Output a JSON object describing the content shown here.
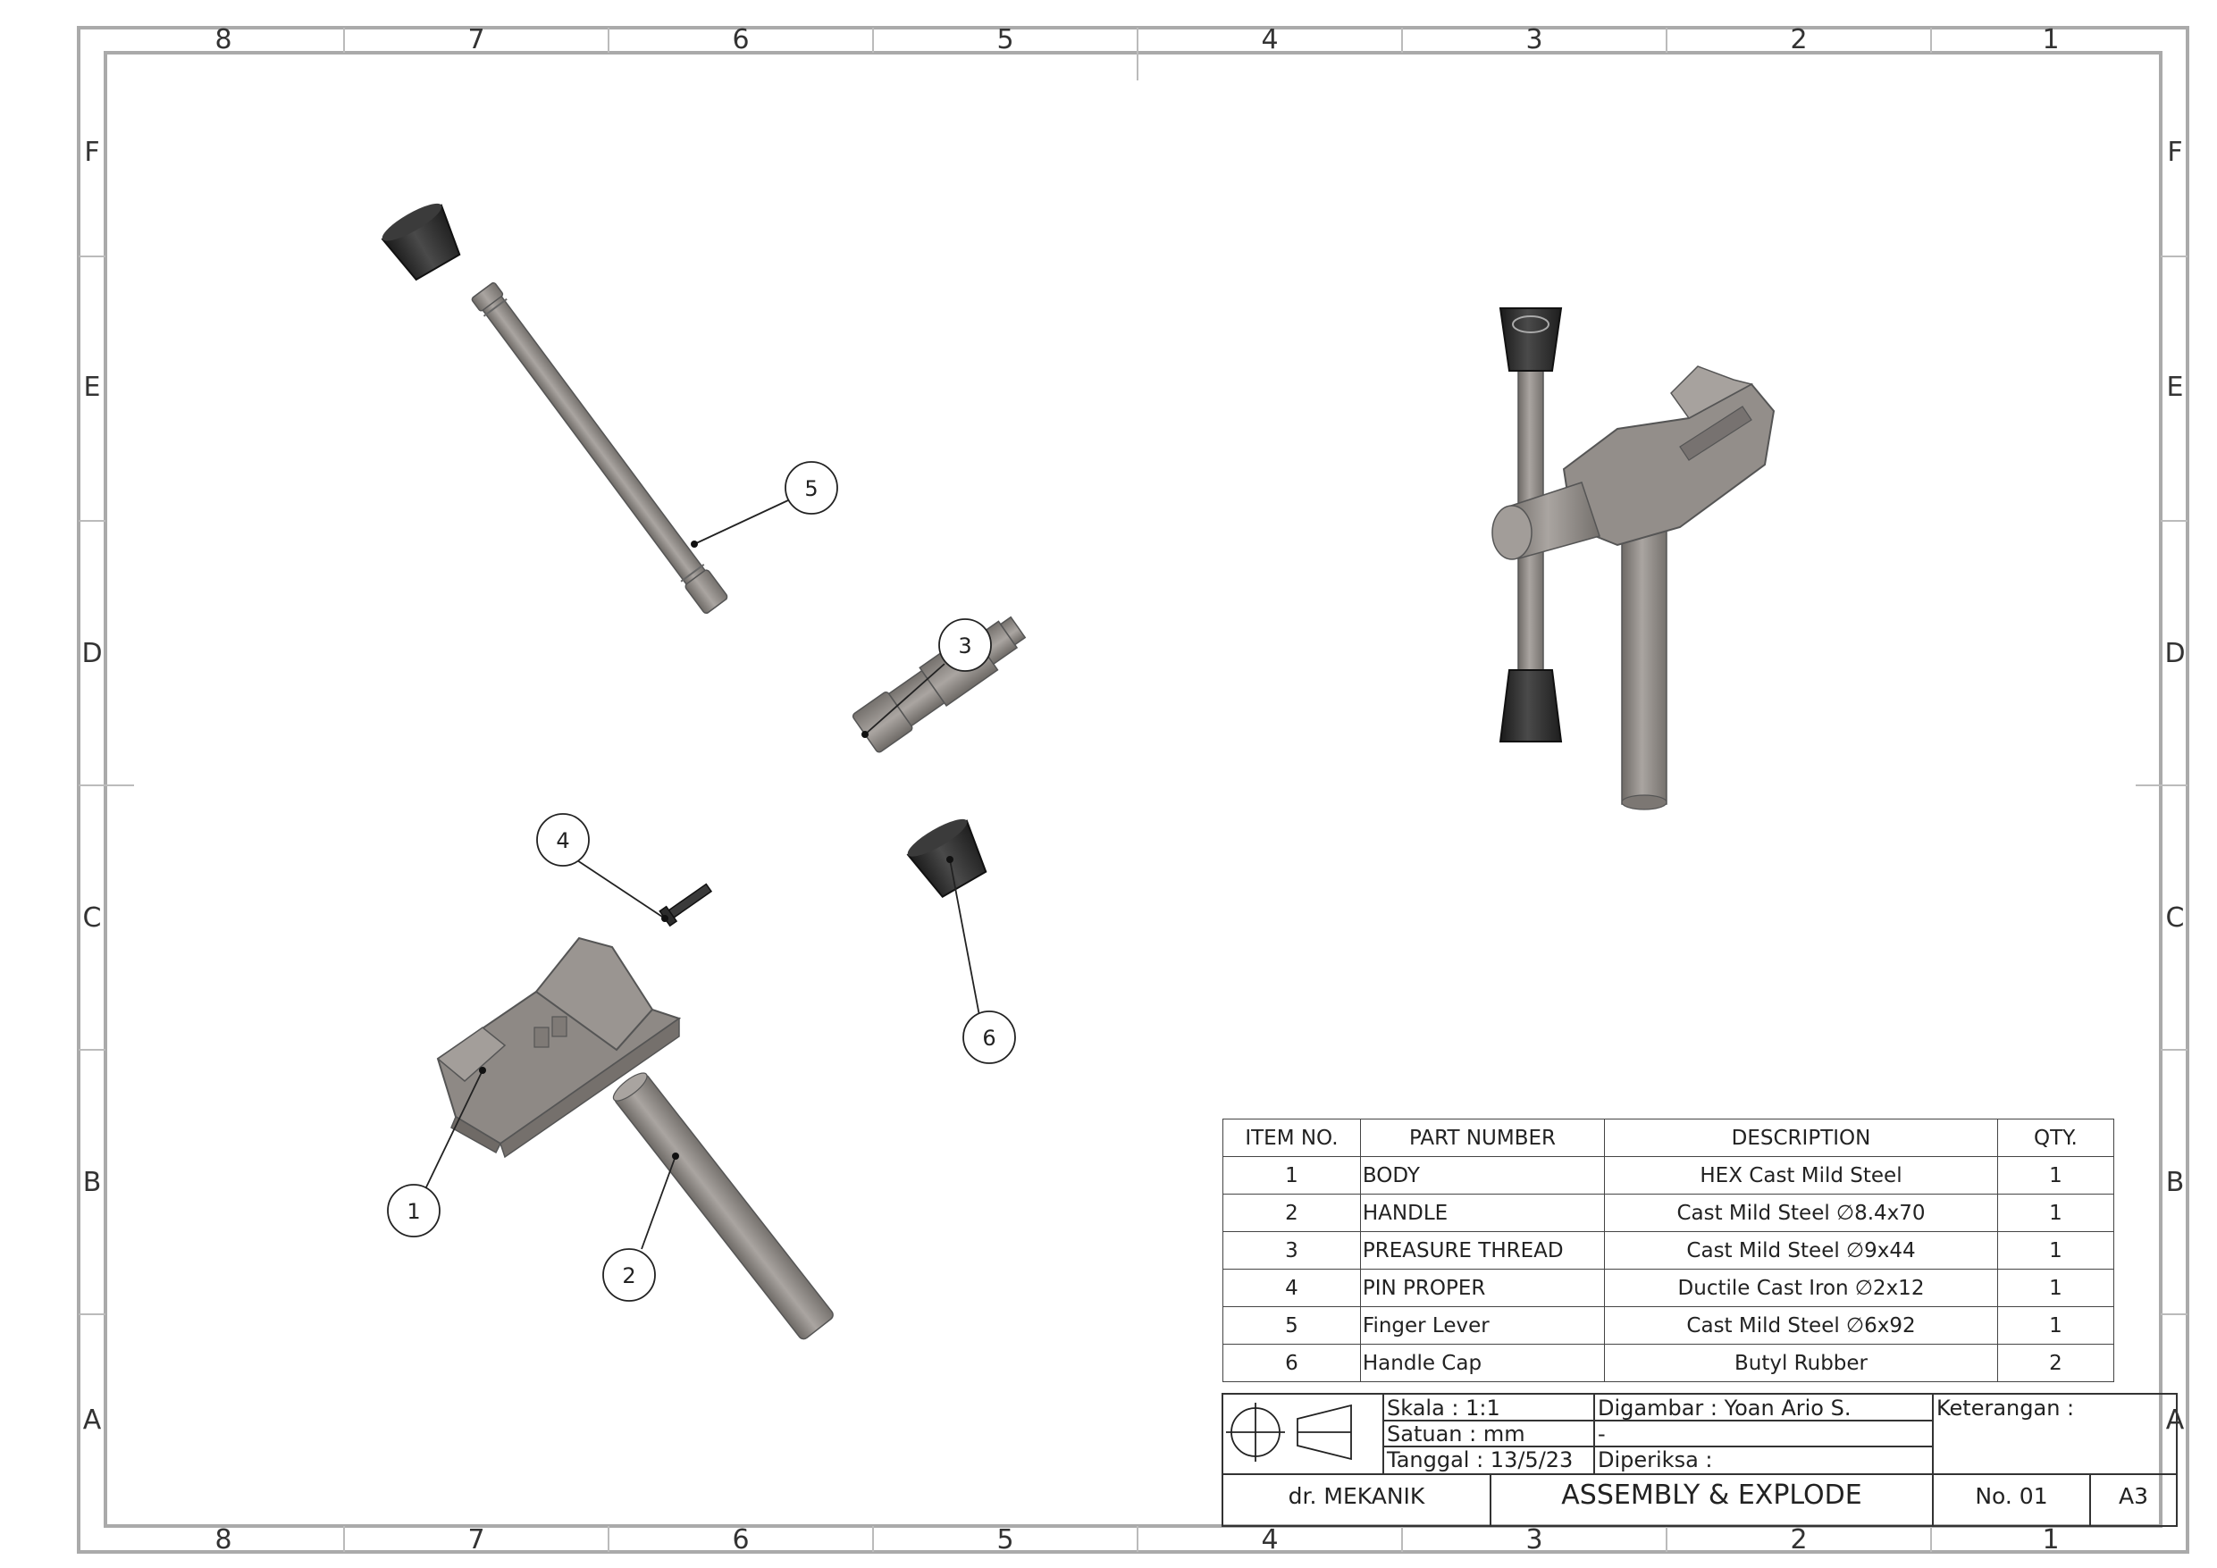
{
  "zones": {
    "columns": [
      "8",
      "7",
      "6",
      "5",
      "4",
      "3",
      "2",
      "1"
    ],
    "rows": [
      "F",
      "E",
      "D",
      "C",
      "B",
      "A"
    ]
  },
  "callouts": [
    "1",
    "2",
    "3",
    "4",
    "5",
    "6"
  ],
  "bom": {
    "headers": {
      "item": "ITEM NO.",
      "part": "PART NUMBER",
      "desc": "DESCRIPTION",
      "qty": "QTY."
    },
    "rows": [
      {
        "item": "1",
        "part": "BODY",
        "desc": "HEX Cast Mild Steel",
        "qty": "1"
      },
      {
        "item": "2",
        "part": "HANDLE",
        "desc": "Cast Mild Steel ∅8.4x70",
        "qty": "1"
      },
      {
        "item": "3",
        "part": "PREASURE THREAD",
        "desc": "Cast Mild Steel ∅9x44",
        "qty": "1"
      },
      {
        "item": "4",
        "part": "PIN PROPER",
        "desc": "Ductile Cast Iron ∅2x12",
        "qty": "1"
      },
      {
        "item": "5",
        "part": "Finger Lever",
        "desc": "Cast Mild Steel ∅6x92",
        "qty": "1"
      },
      {
        "item": "6",
        "part": "Handle Cap",
        "desc": "Butyl Rubber",
        "qty": "2"
      }
    ]
  },
  "title_block": {
    "skala": "Skala : 1:1",
    "satuan": "Satuan : mm",
    "tanggal": "Tanggal : 13/5/23",
    "digambar": "Digambar : Yoan Ario S.",
    "dash": "-",
    "diperiksa": "Diperiksa :",
    "keterangan": "Keterangan :",
    "company": "dr. MEKANIK",
    "title": "ASSEMBLY & EXPLODE",
    "number": "No. 01",
    "size": "A3"
  },
  "colors": {
    "metal": "#8f8a86",
    "rubber": "#2a2a2a",
    "border": "#aaaaaa"
  }
}
